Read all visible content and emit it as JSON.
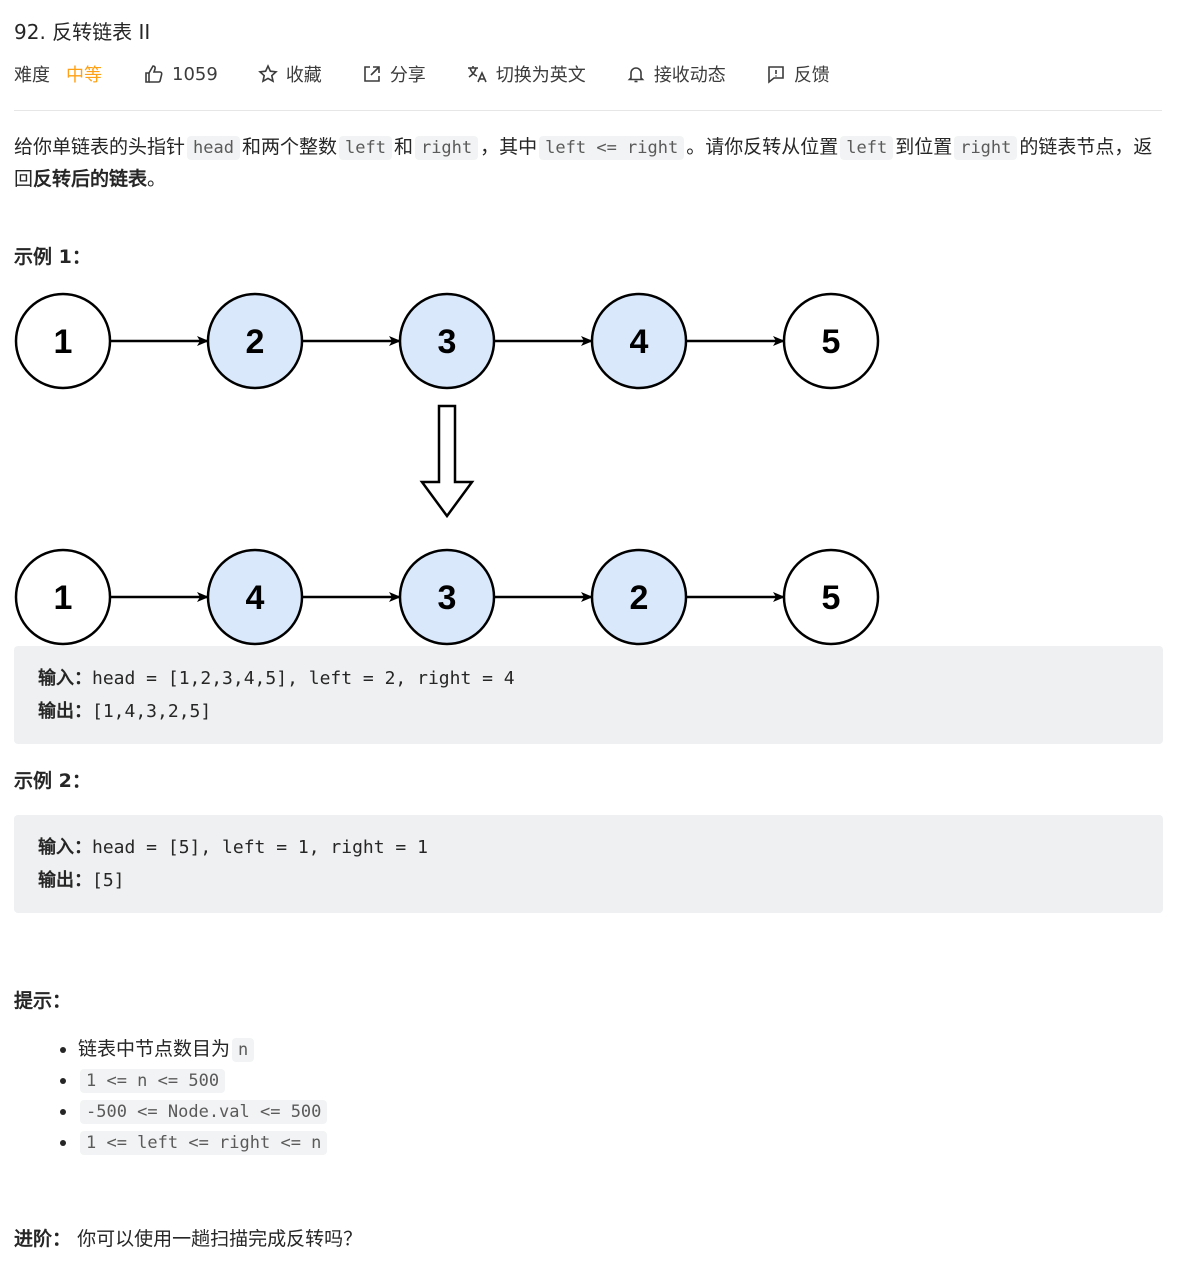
{
  "problem": {
    "title": "92. 反转链表 II"
  },
  "meta": {
    "difficulty_label": "难度",
    "difficulty_value": "中等",
    "likes": "1059",
    "favorite_label": "收藏",
    "share_label": "分享",
    "switch_lang_label": "切换为英文",
    "subscribe_label": "接收动态",
    "feedback_label": "反馈"
  },
  "description": {
    "t1": "给你单链表的头指针",
    "c1": "head",
    "t2": "和两个整数",
    "c2": "left",
    "t3": "和",
    "c3": "right",
    "t4": "，其中",
    "c4": "left <= right",
    "t5": "。请你反转从位置",
    "c5": "left",
    "t6": "到位置",
    "c6": "right",
    "t7": "的链表节点，返回",
    "bold": "反转后的链表",
    "t8": "。"
  },
  "example1": {
    "heading": "示例 1：",
    "before_nodes": [
      "1",
      "2",
      "3",
      "4",
      "5"
    ],
    "after_nodes": [
      "1",
      "4",
      "3",
      "2",
      "5"
    ],
    "highlighted_indices": [
      1,
      2,
      3
    ],
    "input_label": "输入：",
    "input": "head = [1,2,3,4,5], left = 2, right = 4",
    "output_label": "输出：",
    "output": "[1,4,3,2,5]"
  },
  "example2": {
    "heading": "示例 2：",
    "input_label": "输入：",
    "input": "head = [5], left = 1, right = 1",
    "output_label": "输出：",
    "output": "[5]"
  },
  "hints": {
    "heading": "提示：",
    "h1_text": "链表中节点数目为",
    "h1_code": "n",
    "h2_code": "1 <= n <= 500",
    "h3_code": "-500 <= Node.val <= 500",
    "h4_code": "1 <= left <= right <= n"
  },
  "advance": {
    "label": "进阶：",
    "text": "你可以使用一趟扫描完成反转吗？"
  },
  "colors": {
    "difficulty_medium": "#ffa116",
    "node_highlight": "#dae8fc",
    "node_default": "#ffffff"
  }
}
